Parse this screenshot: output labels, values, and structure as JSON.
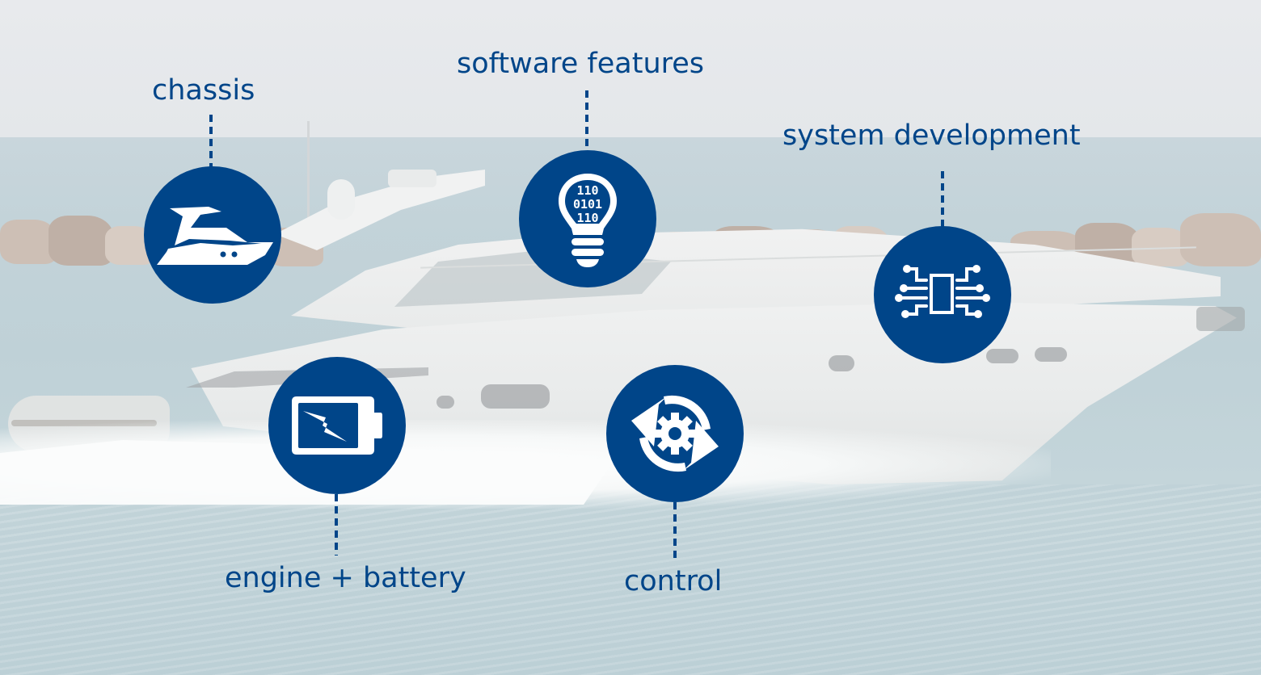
{
  "theme": {
    "badge_color": "#004589",
    "label_color": "#004589",
    "icon_color": "#ffffff"
  },
  "background": {
    "description": "faded photo of a white motor yacht cruising on the sea past a rock breakwater",
    "sky_color": "#e6e9ec",
    "sea_color": "#c3d3d9",
    "rock_color": "#cdbfb5"
  },
  "features": [
    {
      "id": "chassis",
      "label": "chassis",
      "icon": "yacht-icon"
    },
    {
      "id": "software",
      "label": "software features",
      "icon": "lightbulb-binary-icon",
      "icon_text": [
        "110",
        "0101",
        "110"
      ]
    },
    {
      "id": "system",
      "label": "system development",
      "icon": "circuit-chip-icon"
    },
    {
      "id": "engine",
      "label": "engine + battery",
      "icon": "battery-charging-icon"
    },
    {
      "id": "control",
      "label": "control",
      "icon": "gear-cycle-icon"
    }
  ]
}
